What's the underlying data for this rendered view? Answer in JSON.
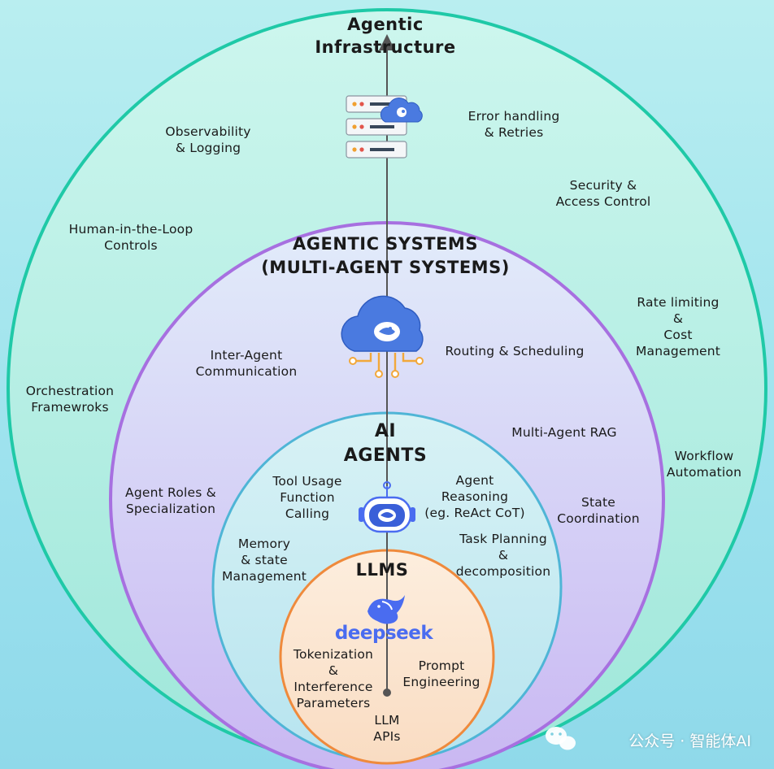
{
  "titles": {
    "infrastructure": "Agentic\nInfrastructure",
    "systems": "AGENTIC SYSTEMS\n(MULTI-AGENT SYSTEMS)",
    "agents": "AI\nAGENTS",
    "llms": "LLMS"
  },
  "infrastructure_items": {
    "observability": "Observability\n& Logging",
    "error_handling": "Error handling\n& Retries",
    "security": "Security &\nAccess Control",
    "human_in_loop": "Human-in-the-Loop\nControls",
    "rate_limiting": "Rate limiting &\nCost Management",
    "orchestration": "Orchestration\nFramewroks",
    "workflow": "Workflow\nAutomation"
  },
  "systems_items": {
    "inter_agent": "Inter-Agent\nCommunication",
    "routing": "Routing & Scheduling",
    "multi_agent_rag": "Multi-Agent RAG",
    "roles": "Agent Roles &\nSpecialization",
    "state_coordination": "State\nCoordination"
  },
  "agents_items": {
    "tool_usage": "Tool Usage\nFunction\nCalling",
    "reasoning": "Agent\nReasoning\n(eg. ReAct CoT)",
    "memory": "Memory\n& state\nManagement",
    "task_planning": "Task Planning\n&\ndecomposition"
  },
  "llm_items": {
    "brand": "deepseek",
    "tokenization": "Tokenization\n&\nInterference\nParameters",
    "prompt": "Prompt\nEngineering",
    "apis": "LLM\nAPIs"
  },
  "watermark": "公众号 · 智能体AI",
  "colors": {
    "infra_ring": "#1fc9a7",
    "systems_ring": "#a770e0",
    "agents_ring": "#4fb5d6",
    "llm_ring": "#ef8a3c",
    "brand_blue": "#4a6cf0",
    "circuit_orange": "#f2a83a"
  },
  "icons": [
    "server-rack-icon",
    "cloud-whale-icon",
    "robot-head-icon",
    "deepseek-whale-icon",
    "wechat-icon"
  ]
}
